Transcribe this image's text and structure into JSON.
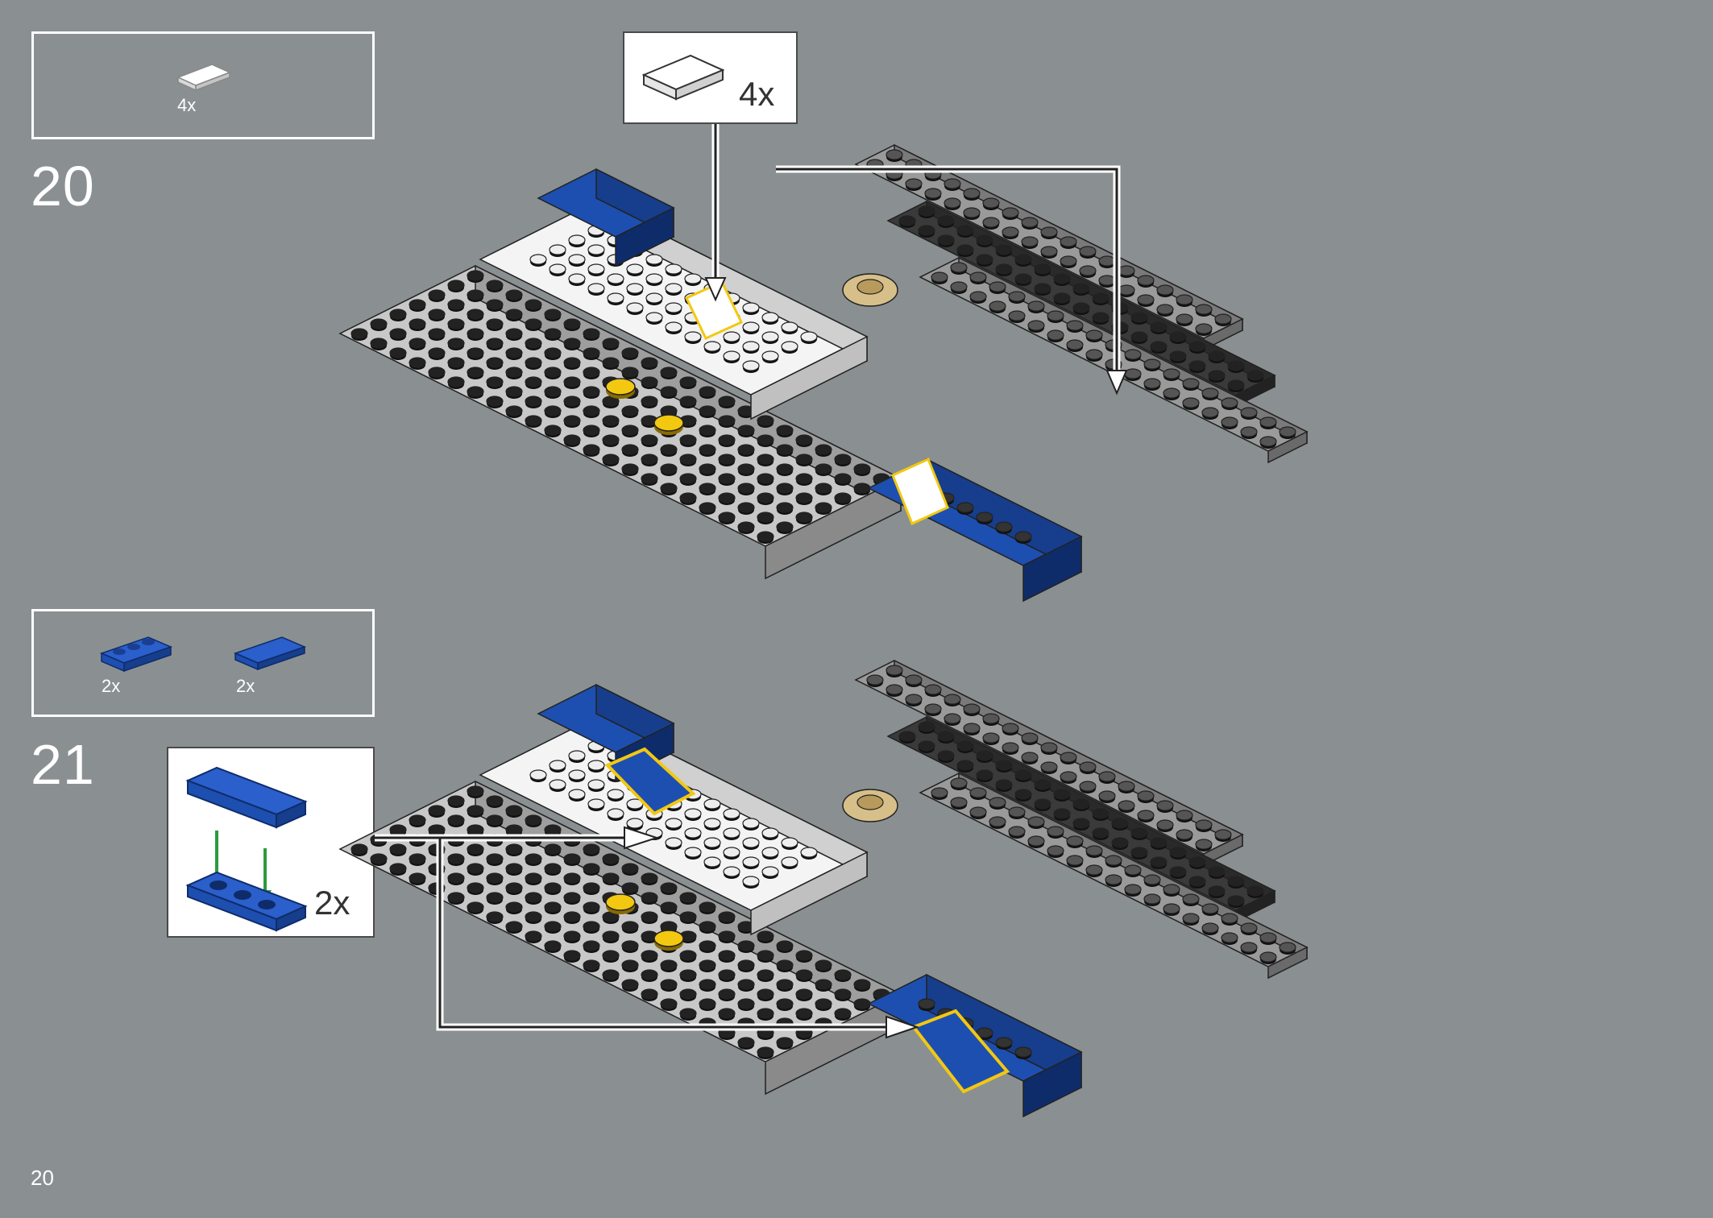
{
  "steps": [
    {
      "number": "20",
      "parts": [
        {
          "qty": "4x",
          "part": "white-tile-1x2",
          "color": "#f2f2f2"
        }
      ],
      "callout": {
        "qty": "4x",
        "part": "white-tile-1x2"
      }
    },
    {
      "number": "21",
      "parts": [
        {
          "qty": "2x",
          "part": "blue-plate-1x3",
          "color": "#1d4fb0"
        },
        {
          "qty": "2x",
          "part": "blue-tile-1x3",
          "color": "#1d4fb0"
        }
      ],
      "callout": {
        "qty": "2x",
        "part": "blue-tile-on-plate-subassembly"
      }
    }
  ],
  "page_number": "20",
  "colors": {
    "background": "#8a9091",
    "accent_blue": "#1d4fb0",
    "highlight_yellow": "#f2c811",
    "arrow_green": "#2e9a3c"
  }
}
